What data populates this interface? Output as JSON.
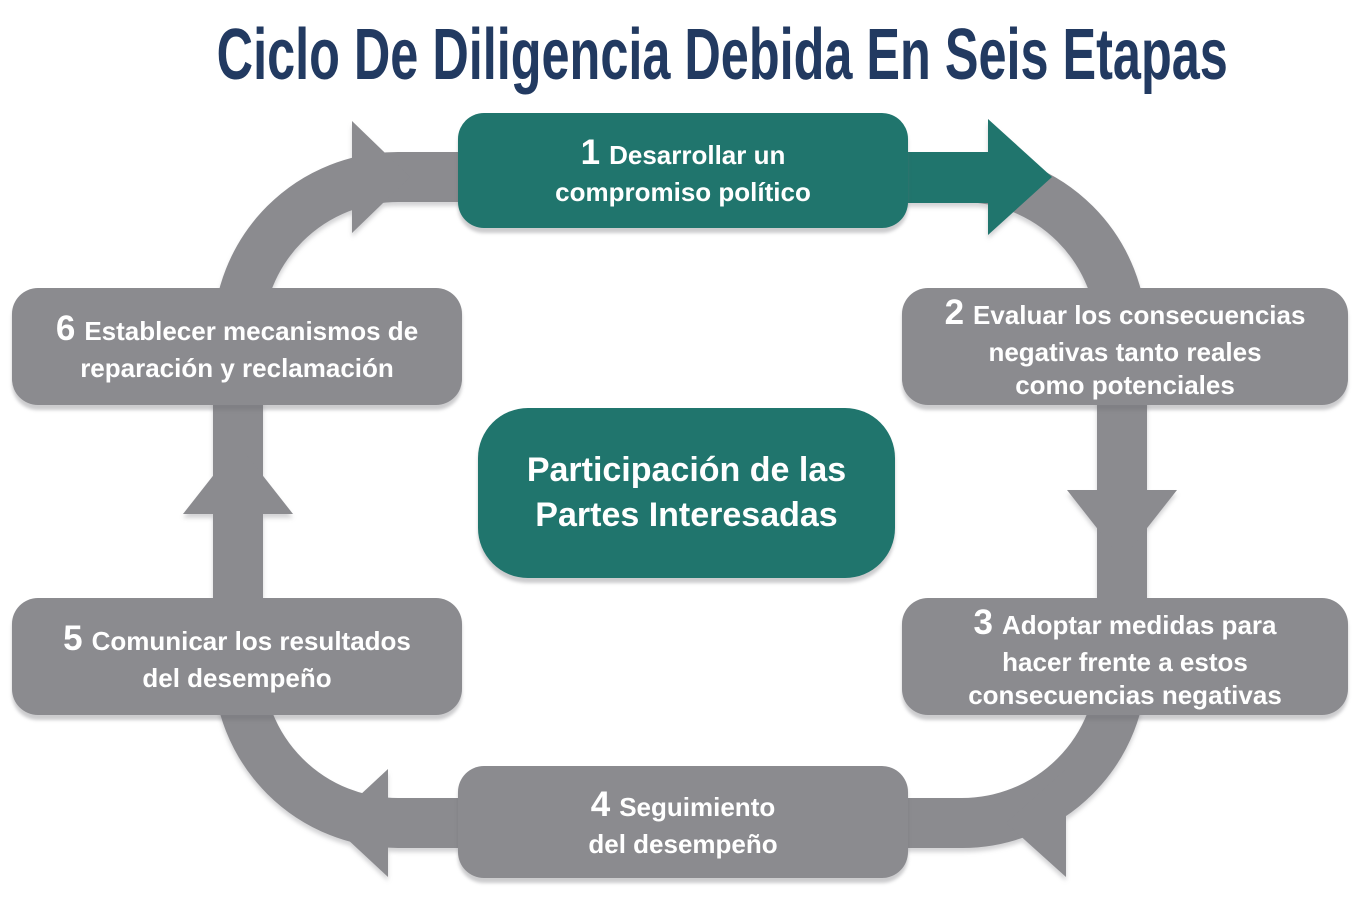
{
  "title": "Ciclo De Diligencia Debida En Seis Etapas",
  "colors": {
    "teal": "#20756D",
    "gray": "#8B8B8F",
    "navy": "#223A61",
    "text_on_box": "#FFFFFF",
    "background": "#FFFFFF"
  },
  "center": {
    "lines": [
      "Participación de las",
      "Partes Interesadas"
    ]
  },
  "stages": [
    {
      "number": "1",
      "lines": [
        "Desarrollar un",
        "compromiso político"
      ],
      "color": "teal",
      "position": "top"
    },
    {
      "number": "2",
      "lines": [
        "Evaluar los consecuencias",
        "negativas tanto reales",
        "como potenciales"
      ],
      "color": "gray",
      "position": "right-top"
    },
    {
      "number": "3",
      "lines": [
        "Adoptar medidas para",
        "hacer frente a estos",
        "consecuencias negativas"
      ],
      "color": "gray",
      "position": "right-bottom"
    },
    {
      "number": "4",
      "lines": [
        "Seguimiento",
        "del desempeño"
      ],
      "color": "gray",
      "position": "bottom"
    },
    {
      "number": "5",
      "lines": [
        "Comunicar los resultados",
        "del desempeño"
      ],
      "color": "gray",
      "position": "left-bottom"
    },
    {
      "number": "6",
      "lines": [
        "Establecer mecanismos de",
        "reparación y reclamación"
      ],
      "color": "gray",
      "position": "left-top"
    }
  ],
  "arrows": [
    {
      "name": "arrow-into-stage-1",
      "direction": "right",
      "color": "gray"
    },
    {
      "name": "arrow-stage-1-to-2",
      "direction": "right",
      "color": "teal"
    },
    {
      "name": "arrow-stage-2-to-3",
      "direction": "down",
      "color": "gray"
    },
    {
      "name": "arrow-stage-3-to-4",
      "direction": "left",
      "color": "gray"
    },
    {
      "name": "arrow-stage-4-to-5",
      "direction": "left",
      "color": "gray"
    },
    {
      "name": "arrow-stage-5-to-6",
      "direction": "up",
      "color": "gray"
    }
  ],
  "flow": {
    "shape": "rounded-cycle",
    "direction": "clockwise"
  }
}
